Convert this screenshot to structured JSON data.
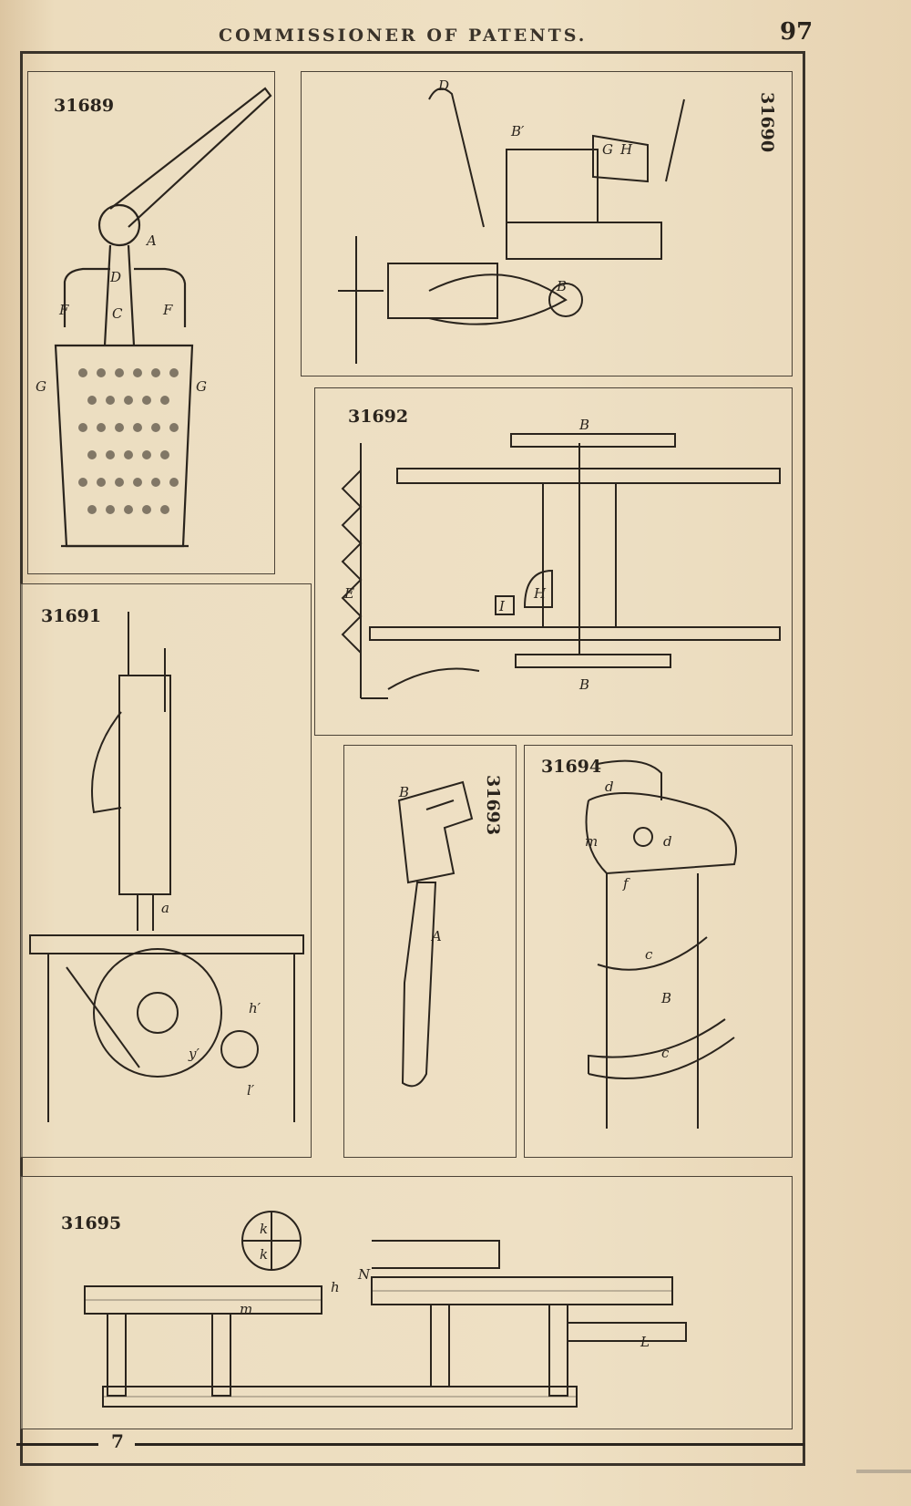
{
  "header": {
    "running_head": "COMMISSIONER OF PATENTS.",
    "page_number": "97"
  },
  "figures": [
    {
      "number": "31689"
    },
    {
      "number": "31690"
    },
    {
      "number": "31691"
    },
    {
      "number": "31692"
    },
    {
      "number": "31693"
    },
    {
      "number": "31694"
    },
    {
      "number": "31695"
    }
  ],
  "footer": {
    "signature": "7"
  }
}
